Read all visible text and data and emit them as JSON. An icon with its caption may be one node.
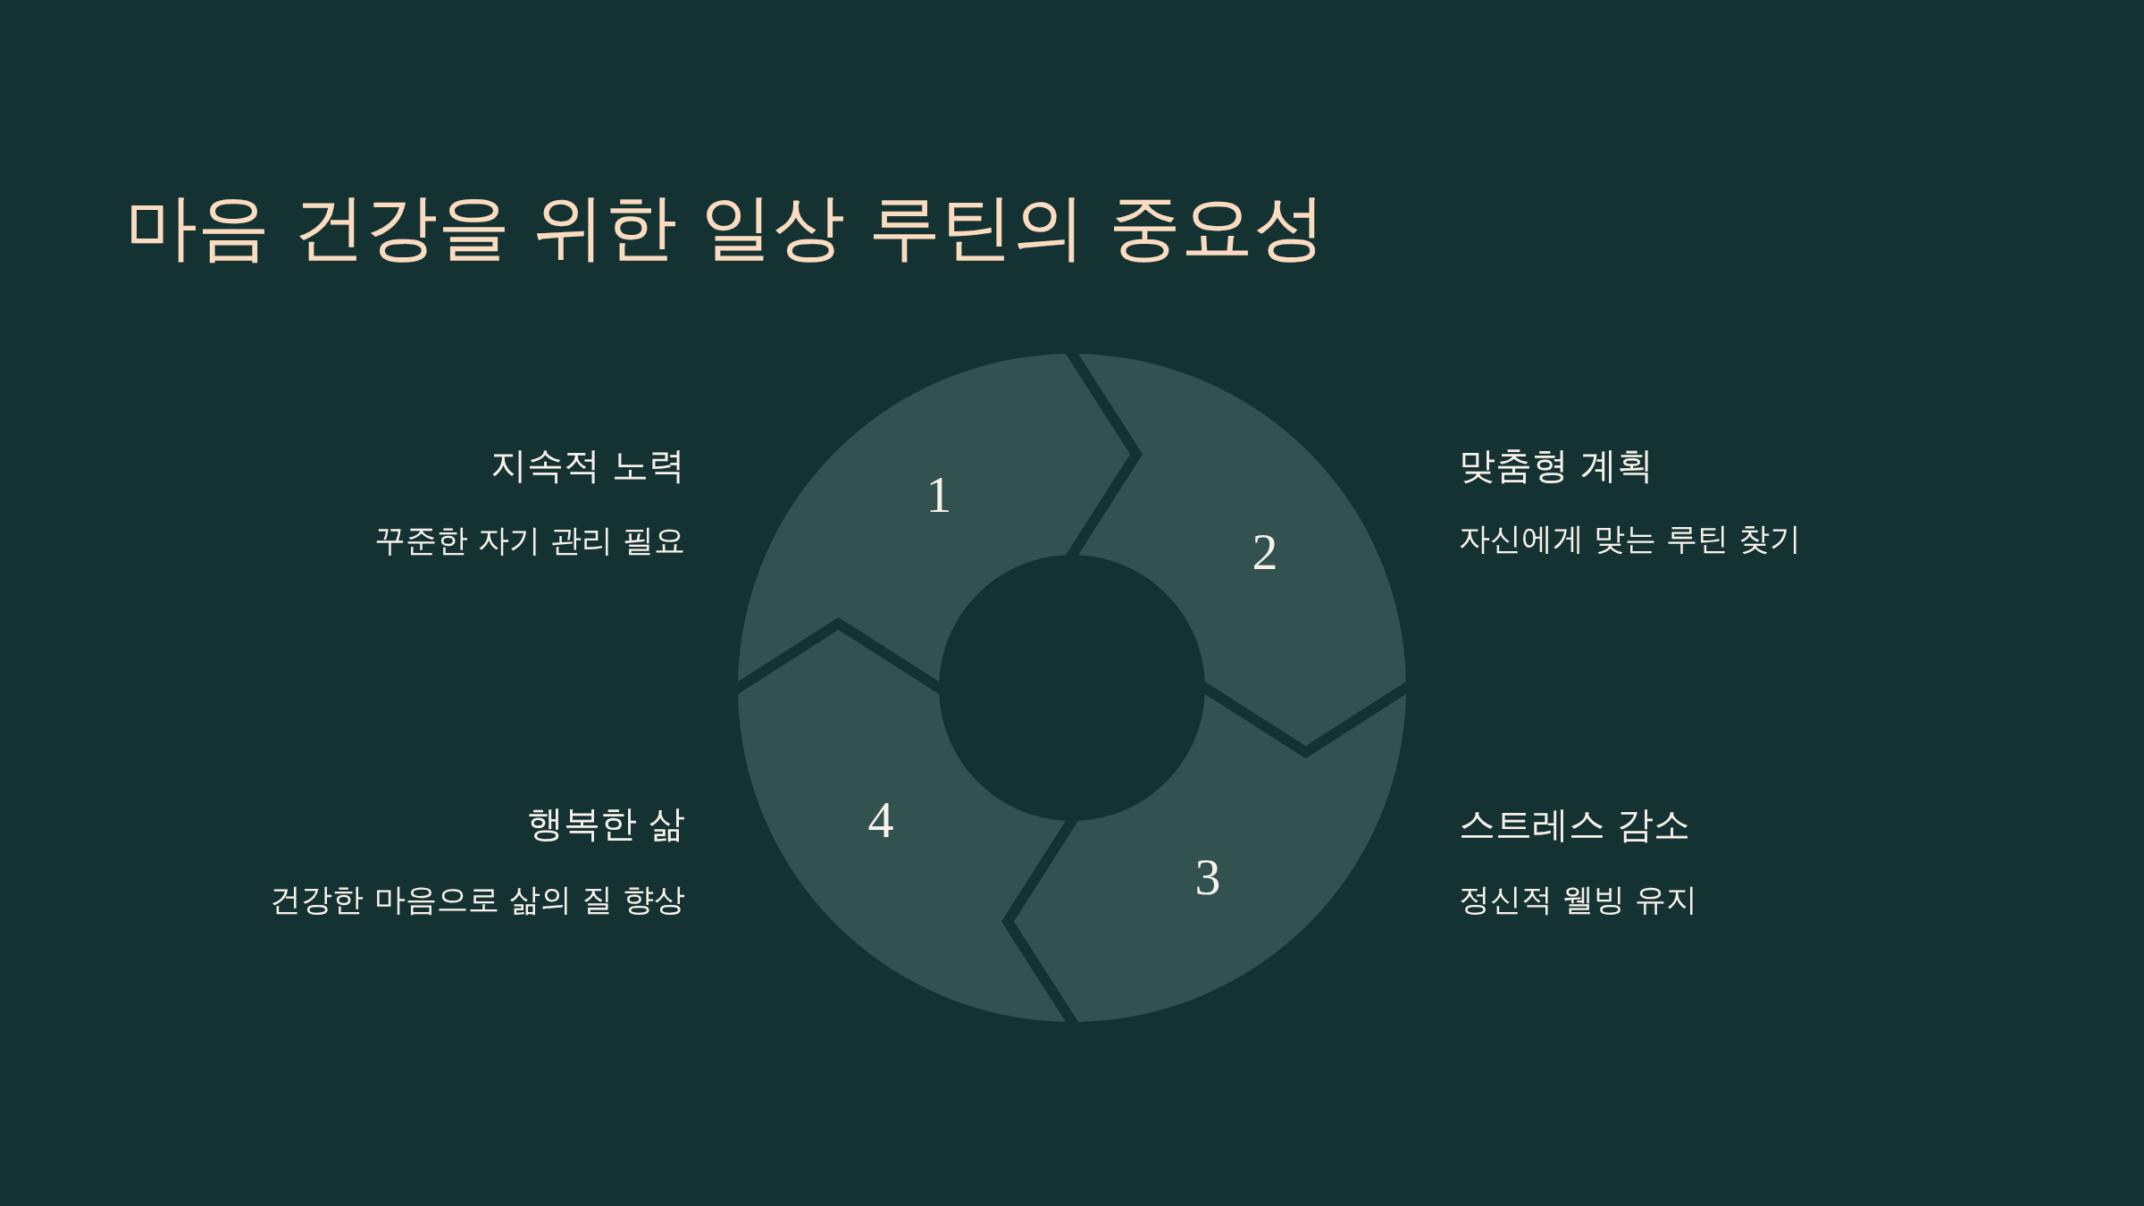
{
  "diagram": {
    "title": "마음 건강을 위한 일상 루틴의 중요성",
    "nodes": [
      {
        "text": [
          "1"
        ],
        "beside": [
          "지속적 노력",
          "꾸준한 자기 관리 필요"
        ]
      },
      {
        "text": [
          "2"
        ],
        "beside": [
          "맞춤형 계획",
          "자신에게 맞는 루틴 찾기"
        ]
      },
      {
        "text": [
          "3"
        ],
        "beside": [
          "스트레스 감소",
          "정신적 웰빙 유지"
        ]
      },
      {
        "text": [
          "4"
        ],
        "beside": [
          "행복한 삶",
          "건강한 마음으로 삶의 질 향상"
        ]
      }
    ]
  }
}
